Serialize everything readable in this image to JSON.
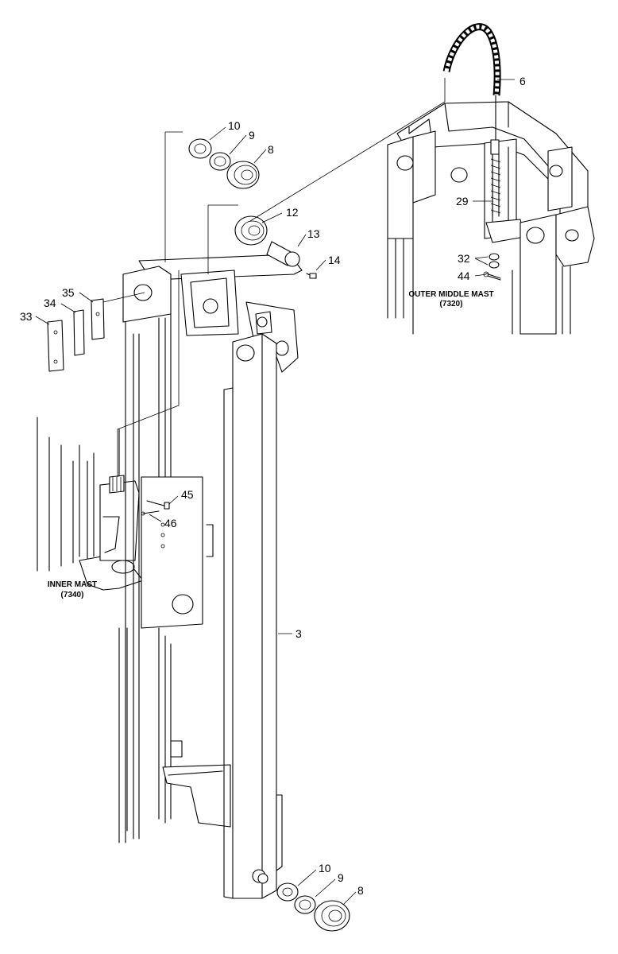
{
  "callouts": {
    "c6": "6",
    "c10_top": "10",
    "c9_top": "9",
    "c8_top": "8",
    "c12": "12",
    "c13": "13",
    "c14": "14",
    "c29": "29",
    "c32": "32",
    "c44": "44",
    "c35": "35",
    "c34": "34",
    "c33": "33",
    "c45": "45",
    "c46": "46",
    "c3": "3",
    "c10_bot": "10",
    "c9_bot": "9",
    "c8_bot": "8"
  },
  "captions": {
    "outer_middle_mast": {
      "line1": "OUTER MIDDLE MAST",
      "line2": "(7320)"
    },
    "inner_mast": {
      "line1": "INNER MAST",
      "line2": "(7340)"
    }
  }
}
